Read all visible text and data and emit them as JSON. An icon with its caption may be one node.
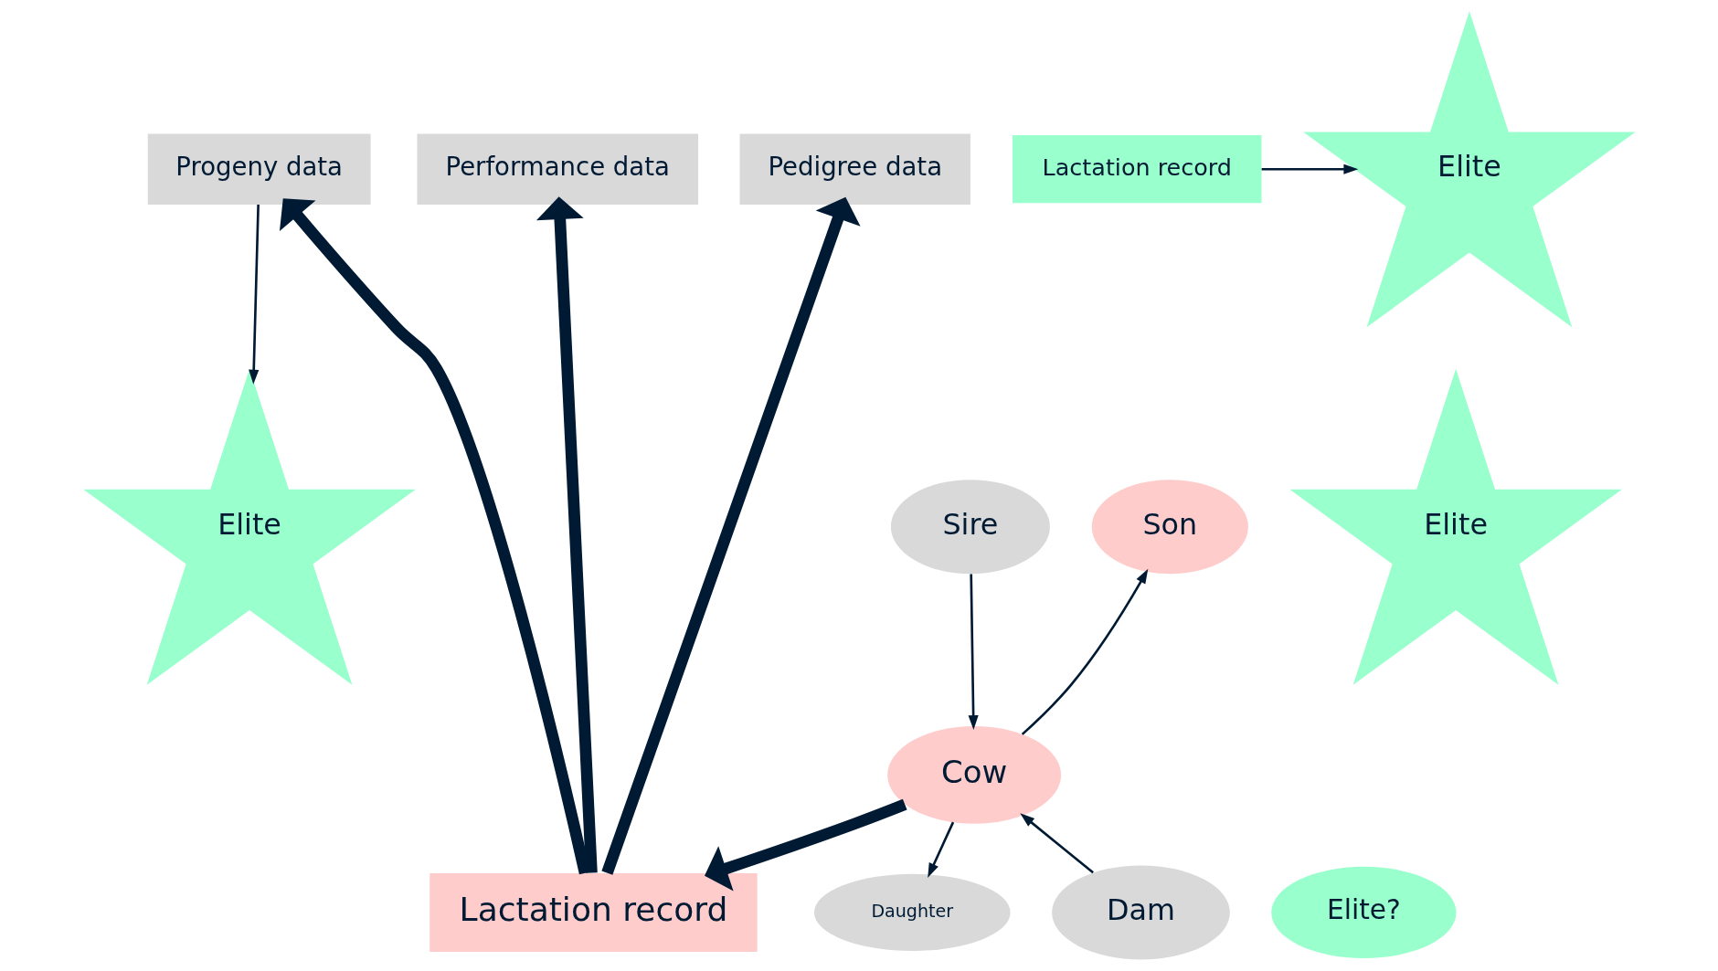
{
  "diagram": {
    "nodes": [
      {
        "text": [
          "Progeny data"
        ]
      },
      {
        "text": [
          "Performance data"
        ]
      },
      {
        "text": [
          "Pedigree data"
        ]
      },
      {
        "text": [
          "Lactation record"
        ]
      },
      {
        "text": [
          "Elite?"
        ]
      },
      {
        "text": [
          "Elite"
        ]
      },
      {
        "text": [
          "Sire"
        ]
      },
      {
        "text": [
          "Elite"
        ]
      },
      {
        "text": [
          "Cow"
        ]
      },
      {
        "text": [
          "Son"
        ]
      },
      {
        "text": [
          "Dam"
        ]
      },
      {
        "text": [
          "Daughter"
        ]
      },
      {
        "text": [
          "Elite"
        ]
      },
      {
        "text": [
          "Lactation record"
        ]
      }
    ],
    "edges": [
      {
        "from": 0,
        "to": 5,
        "arrow": "to"
      },
      {
        "from": 3,
        "to": 0,
        "arrow": "to",
        "style": "thick"
      },
      {
        "from": 3,
        "to": 1,
        "arrow": "to",
        "style": "thick"
      },
      {
        "from": 3,
        "to": 2,
        "arrow": "to",
        "style": "thick"
      },
      {
        "from": 8,
        "to": 3,
        "arrow": "to",
        "style": "thick"
      },
      {
        "from": 6,
        "to": 8,
        "arrow": "to"
      },
      {
        "from": 10,
        "to": 8,
        "arrow": "to"
      },
      {
        "from": 8,
        "to": 9,
        "arrow": "to"
      },
      {
        "from": 8,
        "to": 11,
        "arrow": "to"
      },
      {
        "from": 13,
        "to": 12,
        "arrow": "to"
      }
    ]
  }
}
